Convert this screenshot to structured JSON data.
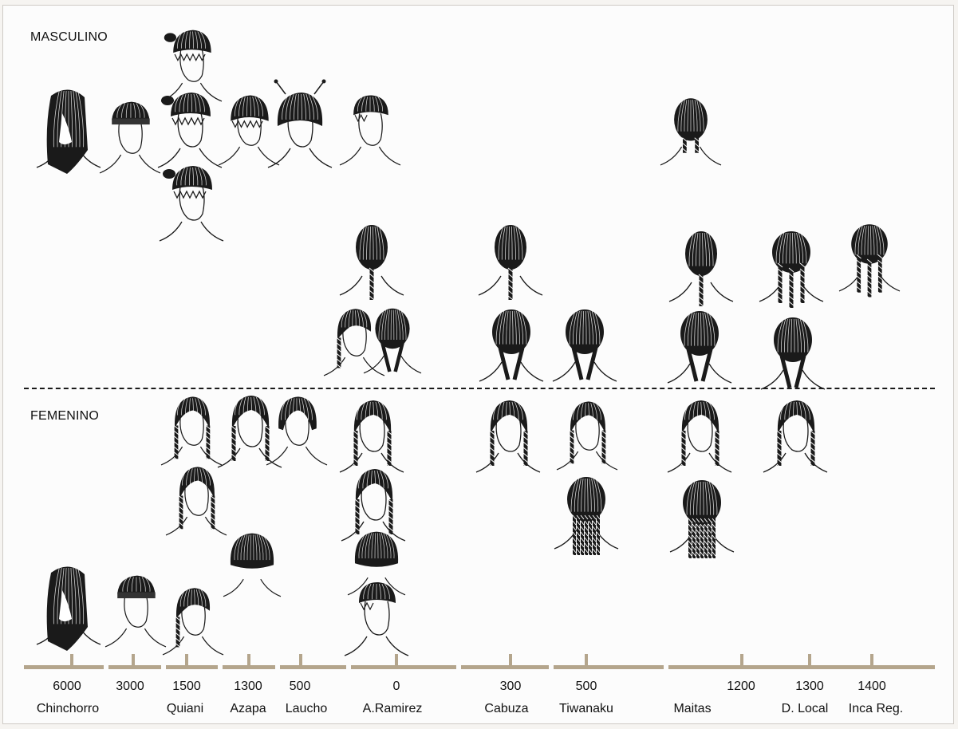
{
  "sections": {
    "masculine": "MASCULINO",
    "feminine": "FEMENINO"
  },
  "timeline": {
    "years": [
      "6000",
      "3000",
      "1500",
      "1300",
      "500",
      "0",
      "300",
      "500",
      "1200",
      "1300",
      "1400"
    ],
    "cultures": [
      "Chinchorro",
      "Quiani",
      "Azapa",
      "Laucho",
      "A.Ramirez",
      "Cabuza",
      "Tiwanaku",
      "Maitas",
      "D. Local",
      "Inca Reg."
    ]
  },
  "colors": {
    "ink": "#1a1a1a",
    "timeline": "#b4a58c",
    "background": "#fcfcfc"
  },
  "figure_styles": {
    "masculine": [
      "long-straight",
      "wrapped-band",
      "topknot",
      "fringe",
      "pinned-bun",
      "short",
      "double-braid-back",
      "single-braid-back",
      "multi-braid-back",
      "braided-profile"
    ],
    "feminine": [
      "side-braids",
      "long-straight",
      "short-bob",
      "multi-braid-back",
      "rounded-bob"
    ]
  }
}
